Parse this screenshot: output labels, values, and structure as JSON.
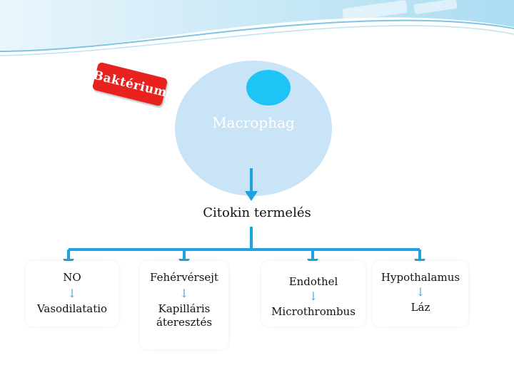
{
  "diagram": {
    "bacterium_label": "Baktérium",
    "macrophage_label": "Macrophag",
    "cytokine_label": "Citokin termelés",
    "colors": {
      "bacterium": "#e8231f",
      "macrophage": "#c9e3f7",
      "nucleus": "#1ec4f5",
      "connector": "#1ea3e0",
      "down_arrow": "#5aa6d6"
    },
    "boxes": [
      {
        "top": "NO",
        "arrow": "↓",
        "bottom": "Vasodilatatio"
      },
      {
        "top": "Fehérvérsejt",
        "arrow": "↓",
        "bottom": "Kapilláris áteresztés"
      },
      {
        "top": "Endothel",
        "arrow": "↓",
        "bottom": "Microthrombus"
      },
      {
        "top": "Hypothalamus",
        "arrow": "↓",
        "bottom": "Láz"
      }
    ]
  }
}
